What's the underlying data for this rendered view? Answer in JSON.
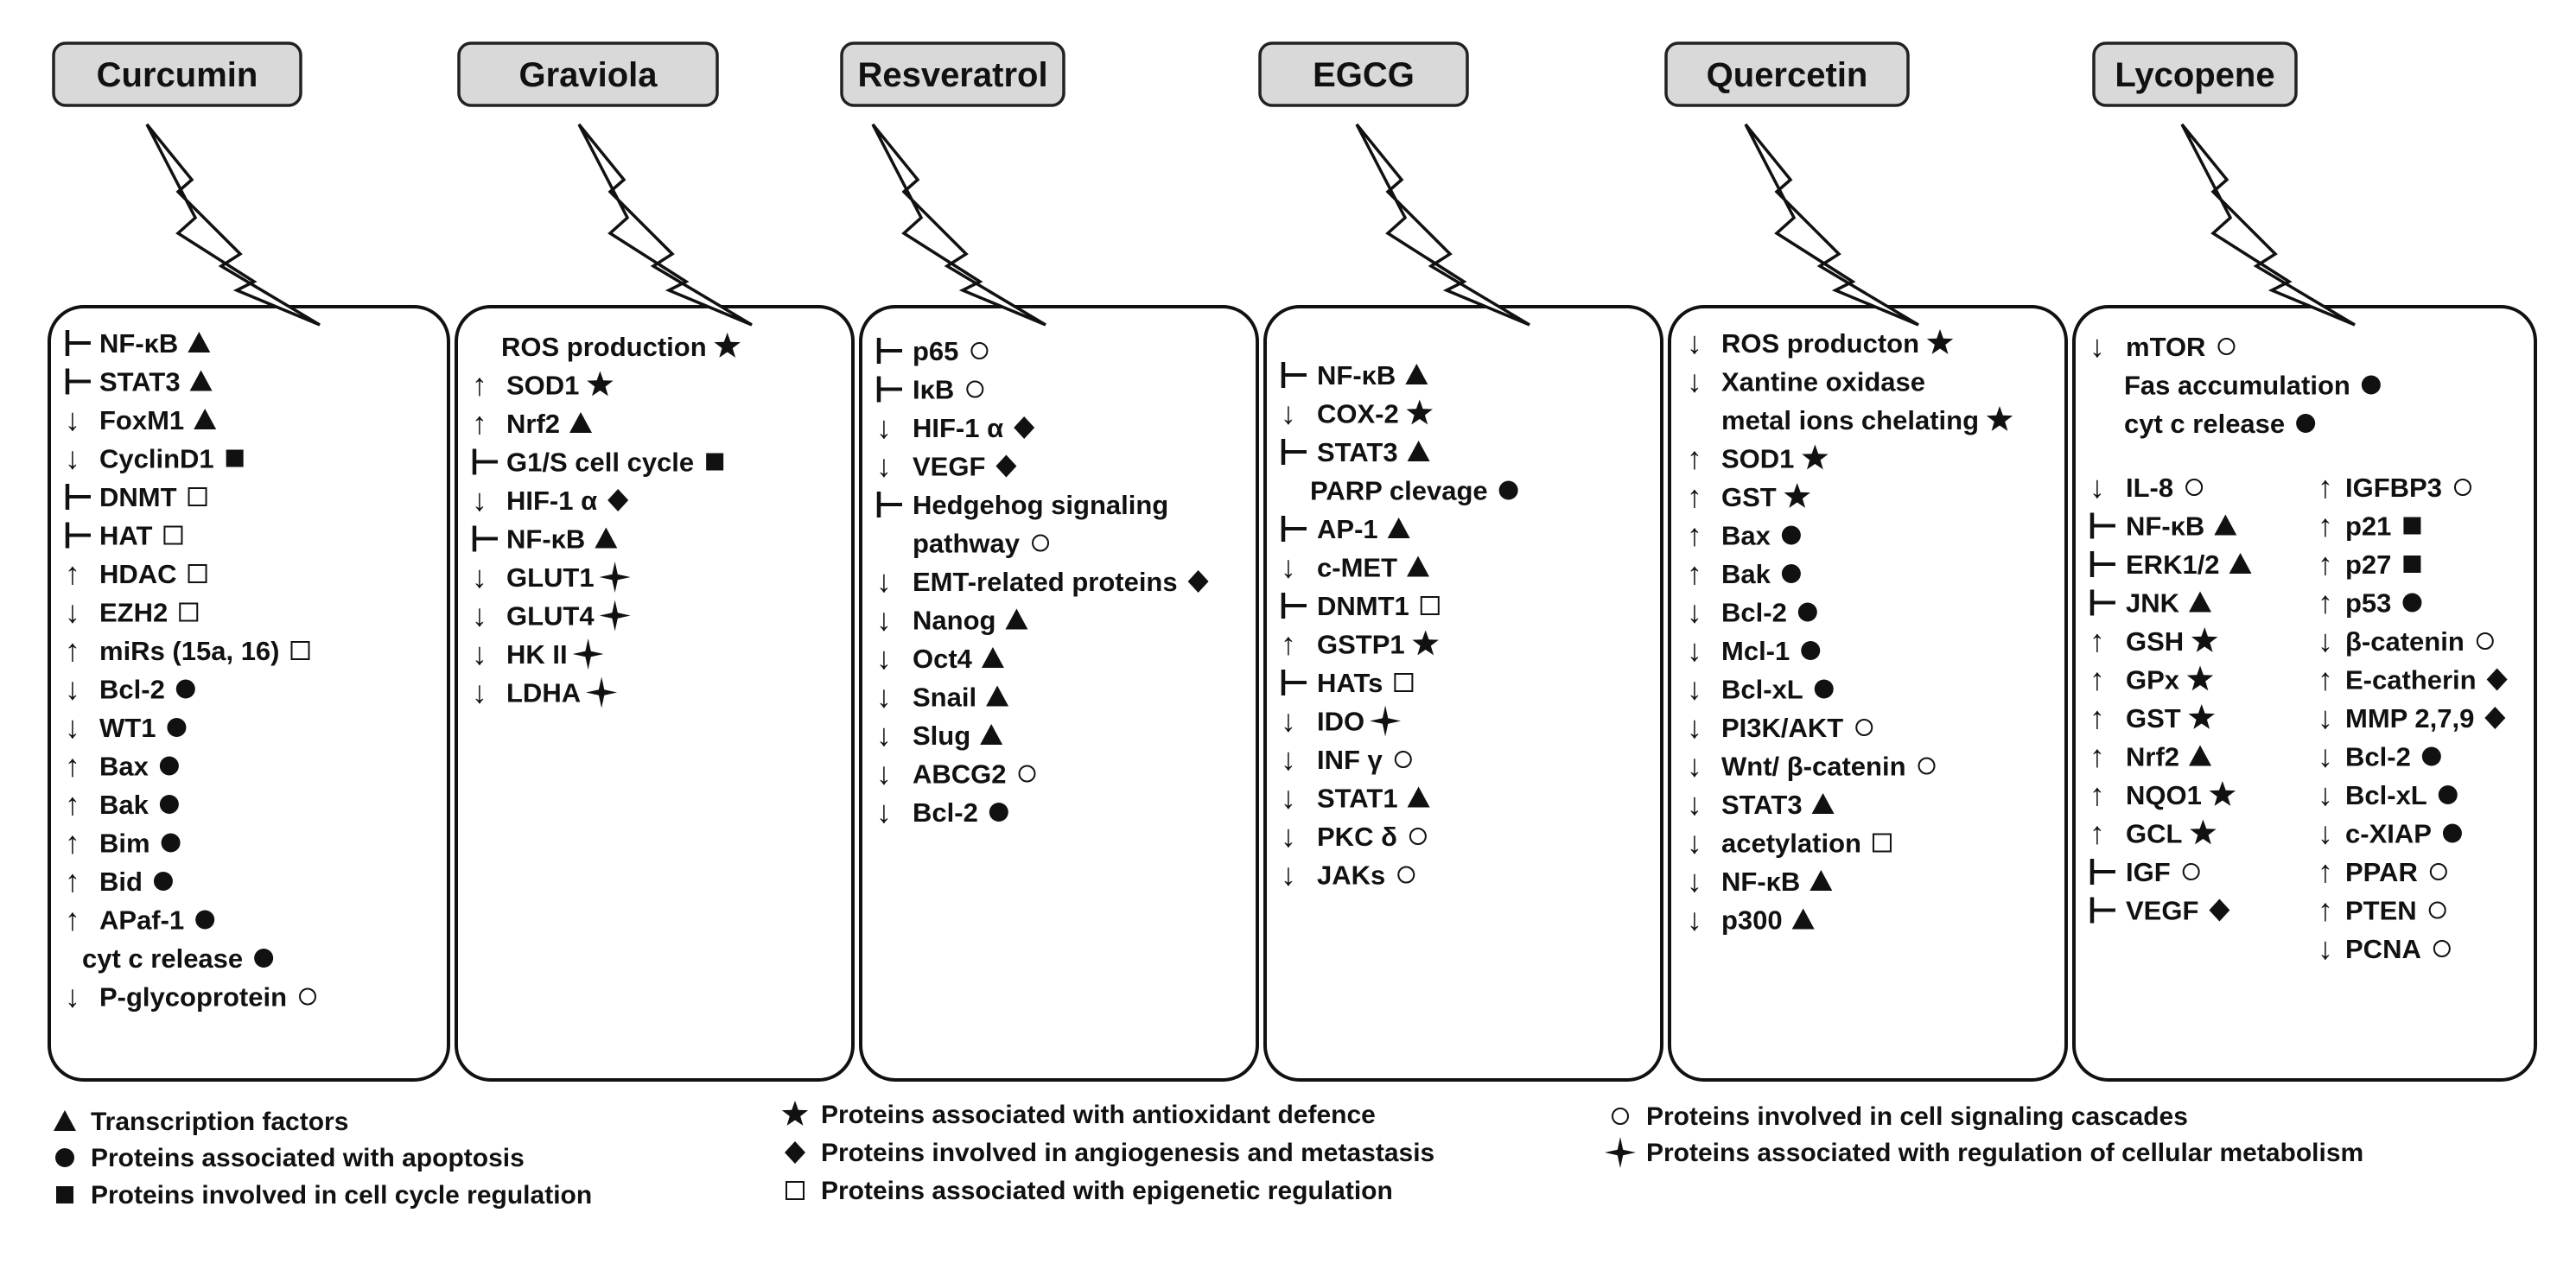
{
  "compounds": [
    {
      "name": "Curcumin",
      "items": [
        {
          "mod": "inhibit",
          "label": "NF-κB",
          "sym": "triangle"
        },
        {
          "mod": "inhibit",
          "label": "STAT3",
          "sym": "triangle"
        },
        {
          "mod": "down",
          "label": "FoxM1",
          "sym": "triangle"
        },
        {
          "mod": "down",
          "label": "CyclinD1",
          "sym": "square"
        },
        {
          "mod": "inhibit",
          "label": "DNMT",
          "sym": "open-square"
        },
        {
          "mod": "inhibit",
          "label": "HAT",
          "sym": "open-square"
        },
        {
          "mod": "up",
          "label": "HDAC",
          "sym": "open-square"
        },
        {
          "mod": "down",
          "label": "EZH2",
          "sym": "open-square"
        },
        {
          "mod": "up",
          "label": "miRs (15a, 16)",
          "sym": "open-square"
        },
        {
          "mod": "down",
          "label": "Bcl-2",
          "sym": "circle"
        },
        {
          "mod": "down",
          "label": "WT1",
          "sym": "circle"
        },
        {
          "mod": "up",
          "label": "Bax",
          "sym": "circle"
        },
        {
          "mod": "up",
          "label": "Bak",
          "sym": "circle"
        },
        {
          "mod": "up",
          "label": "Bim",
          "sym": "circle"
        },
        {
          "mod": "up",
          "label": "Bid",
          "sym": "circle"
        },
        {
          "mod": "up",
          "label": "APaf-1",
          "sym": "circle"
        },
        {
          "mod": "none",
          "label": "cyt c release",
          "sym": "circle"
        },
        {
          "mod": "down",
          "label": "P-glycoprotein",
          "sym": "open-circle"
        }
      ]
    },
    {
      "name": "Graviola",
      "items": [
        {
          "mod": "none",
          "label": "ROS production",
          "sym": "star"
        },
        {
          "mod": "up",
          "label": "SOD1",
          "sym": "star"
        },
        {
          "mod": "up",
          "label": "Nrf2",
          "sym": "triangle"
        },
        {
          "mod": "inhibit",
          "label": "G1/S cell cycle",
          "sym": "square"
        },
        {
          "mod": "down",
          "label": "HIF-1 α",
          "sym": "diamond"
        },
        {
          "mod": "inhibit",
          "label": "NF-κB",
          "sym": "triangle"
        },
        {
          "mod": "down",
          "label": "GLUT1",
          "sym": "cross-star"
        },
        {
          "mod": "down",
          "label": "GLUT4",
          "sym": "cross-star"
        },
        {
          "mod": "down",
          "label": "HK II",
          "sym": "cross-star"
        },
        {
          "mod": "down",
          "label": "LDHA",
          "sym": "cross-star"
        }
      ]
    },
    {
      "name": "Resveratrol",
      "items": [
        {
          "mod": "inhibit",
          "label": "p65",
          "sym": "open-circle"
        },
        {
          "mod": "inhibit",
          "label": "IκB",
          "sym": "open-circle"
        },
        {
          "mod": "down",
          "label": "HIF-1 α",
          "sym": "diamond"
        },
        {
          "mod": "down",
          "label": "VEGF",
          "sym": "diamond"
        },
        {
          "mod": "inhibit",
          "label": "Hedgehog signaling",
          "sym": ""
        },
        {
          "mod": "none",
          "label": "pathway",
          "sym": "open-circle"
        },
        {
          "mod": "down",
          "label": "EMT-related proteins",
          "sym": "diamond"
        },
        {
          "mod": "down",
          "label": "Nanog",
          "sym": "triangle"
        },
        {
          "mod": "down",
          "label": "Oct4",
          "sym": "triangle"
        },
        {
          "mod": "down",
          "label": "Snail",
          "sym": "triangle"
        },
        {
          "mod": "down",
          "label": "Slug",
          "sym": "triangle"
        },
        {
          "mod": "down",
          "label": "ABCG2",
          "sym": "open-circle"
        },
        {
          "mod": "down",
          "label": "Bcl-2",
          "sym": "circle"
        }
      ]
    },
    {
      "name": "EGCG",
      "items": [
        {
          "mod": "inhibit",
          "label": "NF-κB",
          "sym": "triangle"
        },
        {
          "mod": "down",
          "label": "COX-2",
          "sym": "star"
        },
        {
          "mod": "inhibit",
          "label": "STAT3",
          "sym": "triangle"
        },
        {
          "mod": "none",
          "label": "PARP clevage",
          "sym": "circle"
        },
        {
          "mod": "inhibit",
          "label": "AP-1",
          "sym": "triangle"
        },
        {
          "mod": "down",
          "label": "c-MET",
          "sym": "triangle"
        },
        {
          "mod": "inhibit",
          "label": "DNMT1",
          "sym": "open-square"
        },
        {
          "mod": "up",
          "label": "GSTP1",
          "sym": "star"
        },
        {
          "mod": "inhibit",
          "label": "HATs",
          "sym": "open-square"
        },
        {
          "mod": "down",
          "label": "IDO",
          "sym": "cross-star"
        },
        {
          "mod": "down",
          "label": "INF γ",
          "sym": "open-circle"
        },
        {
          "mod": "down",
          "label": "STAT1",
          "sym": "triangle"
        },
        {
          "mod": "down",
          "label": "PKC δ",
          "sym": "open-circle"
        },
        {
          "mod": "down",
          "label": "JAKs",
          "sym": "open-circle"
        }
      ]
    },
    {
      "name": "Quercetin",
      "items": [
        {
          "mod": "down",
          "label": "ROS producton",
          "sym": "star"
        },
        {
          "mod": "down",
          "label": "Xantine oxidase",
          "sym": ""
        },
        {
          "mod": "none",
          "label": "metal ions chelating",
          "sym": "star"
        },
        {
          "mod": "up",
          "label": "SOD1",
          "sym": "star"
        },
        {
          "mod": "up",
          "label": "GST",
          "sym": "star"
        },
        {
          "mod": "up",
          "label": "Bax",
          "sym": "circle"
        },
        {
          "mod": "up",
          "label": "Bak",
          "sym": "circle"
        },
        {
          "mod": "down",
          "label": "Bcl-2",
          "sym": "circle"
        },
        {
          "mod": "down",
          "label": "Mcl-1",
          "sym": "circle"
        },
        {
          "mod": "down",
          "label": "Bcl-xL",
          "sym": "circle"
        },
        {
          "mod": "down",
          "label": "PI3K/AKT",
          "sym": "open-circle"
        },
        {
          "mod": "down",
          "label": "Wnt/ β-catenin",
          "sym": "open-circle"
        },
        {
          "mod": "down",
          "label": "STAT3",
          "sym": "triangle"
        },
        {
          "mod": "down",
          "label": "acetylation",
          "sym": "open-square"
        },
        {
          "mod": "down",
          "label": "NF-κB",
          "sym": "triangle"
        },
        {
          "mod": "down",
          "label": "p300",
          "sym": "triangle"
        }
      ]
    },
    {
      "name": "Lycopene",
      "items_top": [
        {
          "mod": "down",
          "label": "mTOR",
          "sym": "open-circle"
        },
        {
          "mod": "none",
          "label": "Fas accumulation",
          "sym": "circle"
        },
        {
          "mod": "none",
          "label": "cyt c release",
          "sym": "circle"
        }
      ],
      "items_left": [
        {
          "mod": "down",
          "label": "IL-8",
          "sym": "open-circle"
        },
        {
          "mod": "inhibit",
          "label": "NF-κB",
          "sym": "triangle"
        },
        {
          "mod": "inhibit",
          "label": "ERK1/2",
          "sym": "triangle"
        },
        {
          "mod": "inhibit",
          "label": "JNK",
          "sym": "triangle"
        },
        {
          "mod": "up",
          "label": "GSH",
          "sym": "star"
        },
        {
          "mod": "up",
          "label": "GPx",
          "sym": "star"
        },
        {
          "mod": "up",
          "label": "GST",
          "sym": "star"
        },
        {
          "mod": "up",
          "label": "Nrf2",
          "sym": "triangle"
        },
        {
          "mod": "up",
          "label": "NQO1",
          "sym": "star"
        },
        {
          "mod": "up",
          "label": "GCL",
          "sym": "star"
        },
        {
          "mod": "inhibit",
          "label": "IGF",
          "sym": "open-circle"
        },
        {
          "mod": "inhibit",
          "label": "VEGF",
          "sym": "diamond"
        }
      ],
      "items_right": [
        {
          "mod": "up",
          "label": "IGFBP3",
          "sym": "open-circle"
        },
        {
          "mod": "up",
          "label": "p21",
          "sym": "square"
        },
        {
          "mod": "up",
          "label": "p27",
          "sym": "square"
        },
        {
          "mod": "up",
          "label": "p53",
          "sym": "circle"
        },
        {
          "mod": "down",
          "label": "β-catenin",
          "sym": "open-circle"
        },
        {
          "mod": "up",
          "label": "E-catherin",
          "sym": "diamond"
        },
        {
          "mod": "down",
          "label": "MMP 2,7,9",
          "sym": "diamond"
        },
        {
          "mod": "down",
          "label": "Bcl-2",
          "sym": "circle"
        },
        {
          "mod": "down",
          "label": "Bcl-xL",
          "sym": "circle"
        },
        {
          "mod": "down",
          "label": "c-XIAP",
          "sym": "circle"
        },
        {
          "mod": "up",
          "label": "PPAR",
          "sym": "open-circle"
        },
        {
          "mod": "up",
          "label": "PTEN",
          "sym": "open-circle"
        },
        {
          "mod": "down",
          "label": "PCNA",
          "sym": "open-circle"
        }
      ]
    }
  ],
  "legend": [
    {
      "sym": "triangle",
      "label": "Transcription factors"
    },
    {
      "sym": "circle",
      "label": "Proteins associated with apoptosis"
    },
    {
      "sym": "square",
      "label": "Proteins involved in cell cycle regulation"
    },
    {
      "sym": "star",
      "label": "Proteins associated with antioxidant defence"
    },
    {
      "sym": "diamond",
      "label": "Proteins involved in angiogenesis and metastasis"
    },
    {
      "sym": "open-square",
      "label": "Proteins associated with epigenetic regulation"
    },
    {
      "sym": "open-circle",
      "label": "Proteins involved in cell signaling cascades"
    },
    {
      "sym": "cross-star",
      "label": "Proteins associated with regulation of cellular metabolism"
    }
  ],
  "arrows": {
    "up": "↑",
    "down": "↓"
  }
}
